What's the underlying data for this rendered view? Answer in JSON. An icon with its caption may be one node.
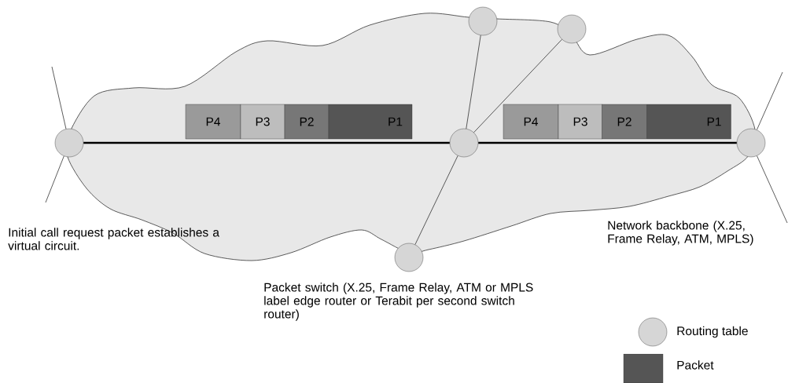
{
  "diagram": {
    "nodes": [
      {
        "text": [],
        "shape": "cloud",
        "beside": [
          "Network backbone (X.25, Frame Relay, ATM, MPLS)"
        ]
      },
      {
        "text": [],
        "shape": "circle"
      },
      {
        "text": [],
        "shape": "circle"
      },
      {
        "text": [
          "P4"
        ],
        "in": 0
      },
      {
        "text": [
          "P3"
        ],
        "in": 0
      },
      {
        "text": [
          "P2"
        ],
        "in": 0
      },
      {
        "text": [
          "P1"
        ],
        "in": 0
      },
      {
        "text": [
          "P4"
        ],
        "in": 0
      },
      {
        "text": [
          "P3"
        ],
        "in": 0
      },
      {
        "text": [
          "P2"
        ],
        "in": 0
      },
      {
        "text": [
          "P1"
        ],
        "in": 0
      },
      {
        "text": [],
        "shape": "circle"
      },
      {
        "text": [],
        "shape": "circle",
        "in": 0
      },
      {
        "text": [],
        "shape": "circle"
      },
      {
        "text": [],
        "shape": "circle",
        "beside": [
          "Packet switch (X.25, Frame Relay, ATM or MPLS label edge router or Terabit per second switch router)"
        ]
      }
    ],
    "edges": [
      {
        "from": 11,
        "to": 12,
        "arrow": "none",
        "style": "thick"
      },
      {
        "from": 12,
        "to": 13,
        "arrow": "none",
        "style": "thick"
      },
      {
        "from": 12,
        "to": 1,
        "arrow": "none"
      },
      {
        "from": 12,
        "to": 2,
        "arrow": "none"
      },
      {
        "from": 12,
        "to": 14,
        "arrow": "none"
      },
      {
        "from": null,
        "to": 11,
        "arrow": "none"
      },
      {
        "from": 11,
        "to": null,
        "arrow": "none"
      },
      {
        "from": null,
        "to": 13,
        "arrow": "none"
      },
      {
        "from": null,
        "to": 13,
        "arrow": "none"
      }
    ],
    "labels": [
      "Initial call request packet establishes a virtual circuit."
    ],
    "legend": [
      {
        "text": "Routing table"
      },
      {
        "text": "Packet",
        "color": "#555555"
      }
    ]
  }
}
